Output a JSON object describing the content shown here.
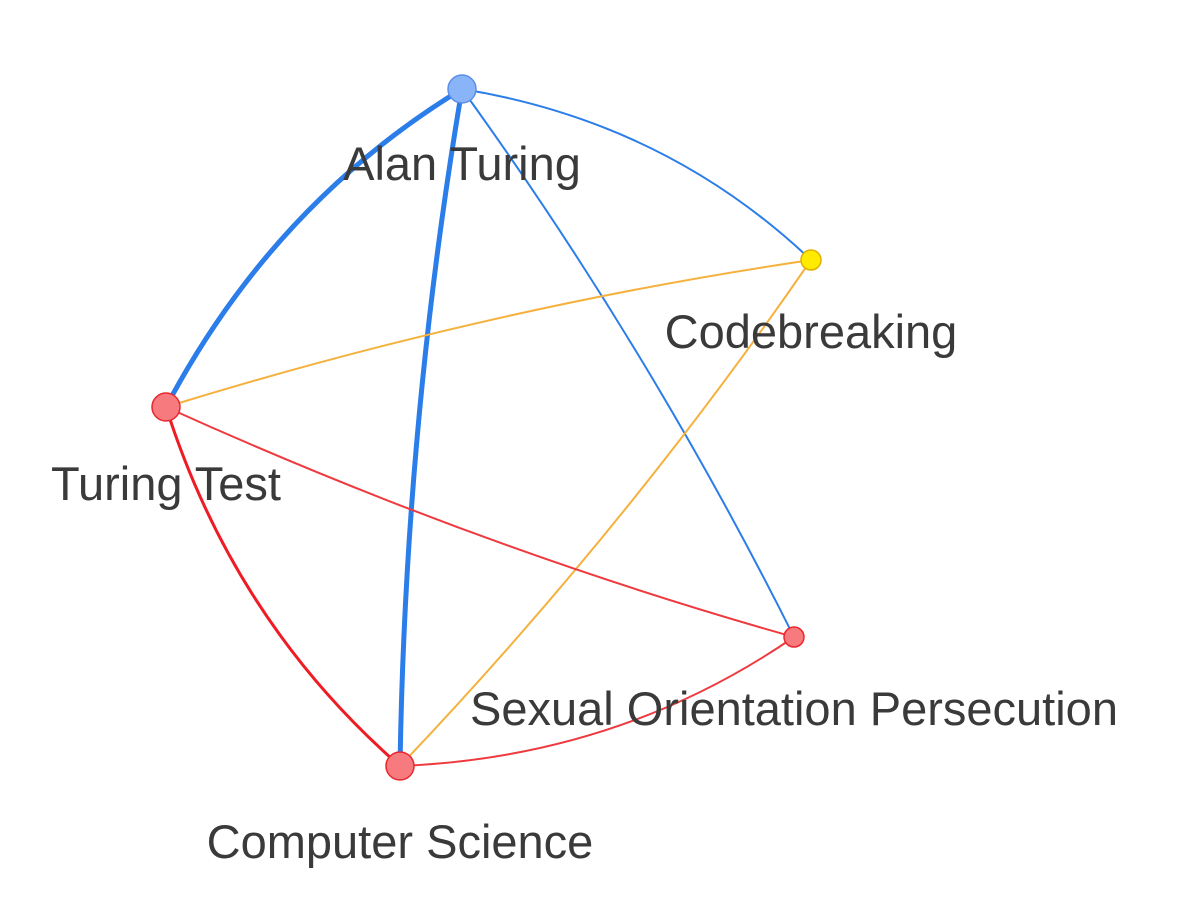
{
  "graph": {
    "layout": "circular",
    "edge_style": "arc",
    "nodes": [
      {
        "id": "alan-turing",
        "label": "Alan Turing",
        "color": "#8ab4f8",
        "stroke": "#5b8ee6",
        "size": "medium"
      },
      {
        "id": "codebreaking",
        "label": "Codebreaking",
        "color": "#ffeb00",
        "stroke": "#e0b000",
        "size": "small"
      },
      {
        "id": "turing-test",
        "label": "Turing Test",
        "color": "#f77a7e",
        "stroke": "#e8272e",
        "size": "medium"
      },
      {
        "id": "sexual-orientation-persecution",
        "label": "Sexual Orientation Persecution",
        "color": "#f77a7e",
        "stroke": "#e8272e",
        "size": "small"
      },
      {
        "id": "computer-science",
        "label": "Computer Science",
        "color": "#f77a7e",
        "stroke": "#e8272e",
        "size": "medium"
      }
    ],
    "edges": [
      {
        "source": "alan-turing",
        "target": "turing-test",
        "color": "#2b7de9",
        "weight": "heavy"
      },
      {
        "source": "alan-turing",
        "target": "computer-science",
        "color": "#2b7de9",
        "weight": "heavy"
      },
      {
        "source": "alan-turing",
        "target": "codebreaking",
        "color": "#2b7de9",
        "weight": "light"
      },
      {
        "source": "alan-turing",
        "target": "sexual-orientation-persecution",
        "color": "#2b7de9",
        "weight": "light"
      },
      {
        "source": "codebreaking",
        "target": "turing-test",
        "color": "#f5b13d",
        "weight": "light"
      },
      {
        "source": "codebreaking",
        "target": "computer-science",
        "color": "#f5b13d",
        "weight": "light"
      },
      {
        "source": "turing-test",
        "target": "sexual-orientation-persecution",
        "color": "#ee3a3f",
        "weight": "light"
      },
      {
        "source": "turing-test",
        "target": "computer-science",
        "color": "#ee1d25",
        "weight": "medium"
      },
      {
        "source": "computer-science",
        "target": "sexual-orientation-persecution",
        "color": "#ee3a3f",
        "weight": "light"
      }
    ]
  }
}
